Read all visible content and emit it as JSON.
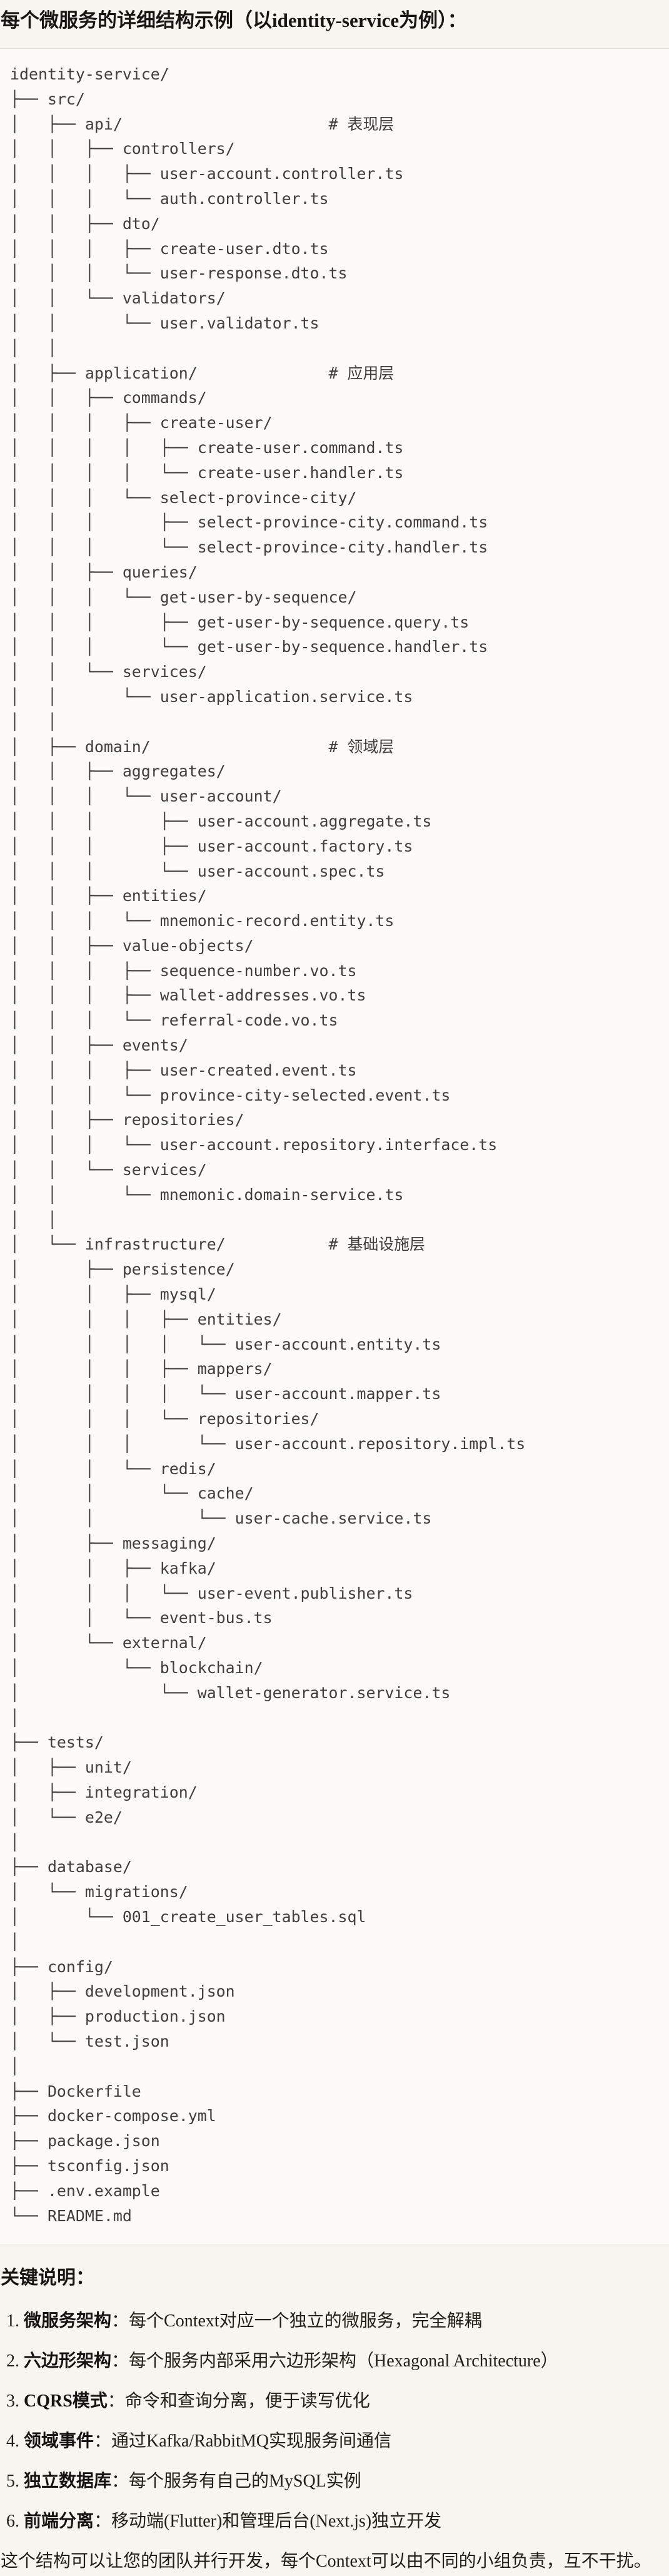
{
  "title": "每个微服务的详细结构示例（以identity-service为例）：",
  "theme": {
    "page_bg": "#F7F5EF",
    "code_bg": "#FBFAF7",
    "border_color": "#E5E2DB"
  },
  "tree": {
    "root": "identity-service/",
    "layer_comments": [
      "# 表现层",
      "# 应用层",
      "# 领域层",
      "# 基础设施层"
    ],
    "lines": [
      "identity-service/",
      "├── src/",
      "│   ├── api/                      # 表现层",
      "│   │   ├── controllers/",
      "│   │   │   ├── user-account.controller.ts",
      "│   │   │   └── auth.controller.ts",
      "│   │   ├── dto/",
      "│   │   │   ├── create-user.dto.ts",
      "│   │   │   └── user-response.dto.ts",
      "│   │   └── validators/",
      "│   │       └── user.validator.ts",
      "│   │",
      "│   ├── application/              # 应用层",
      "│   │   ├── commands/",
      "│   │   │   ├── create-user/",
      "│   │   │   │   ├── create-user.command.ts",
      "│   │   │   │   └── create-user.handler.ts",
      "│   │   │   └── select-province-city/",
      "│   │   │       ├── select-province-city.command.ts",
      "│   │   │       └── select-province-city.handler.ts",
      "│   │   ├── queries/",
      "│   │   │   └── get-user-by-sequence/",
      "│   │   │       ├── get-user-by-sequence.query.ts",
      "│   │   │       └── get-user-by-sequence.handler.ts",
      "│   │   └── services/",
      "│   │       └── user-application.service.ts",
      "│   │",
      "│   ├── domain/                   # 领域层",
      "│   │   ├── aggregates/",
      "│   │   │   └── user-account/",
      "│   │   │       ├── user-account.aggregate.ts",
      "│   │   │       ├── user-account.factory.ts",
      "│   │   │       └── user-account.spec.ts",
      "│   │   ├── entities/",
      "│   │   │   └── mnemonic-record.entity.ts",
      "│   │   ├── value-objects/",
      "│   │   │   ├── sequence-number.vo.ts",
      "│   │   │   ├── wallet-addresses.vo.ts",
      "│   │   │   └── referral-code.vo.ts",
      "│   │   ├── events/",
      "│   │   │   ├── user-created.event.ts",
      "│   │   │   └── province-city-selected.event.ts",
      "│   │   ├── repositories/",
      "│   │   │   └── user-account.repository.interface.ts",
      "│   │   └── services/",
      "│   │       └── mnemonic.domain-service.ts",
      "│   │",
      "│   └── infrastructure/           # 基础设施层",
      "│       ├── persistence/",
      "│       │   ├── mysql/",
      "│       │   │   ├── entities/",
      "│       │   │   │   └── user-account.entity.ts",
      "│       │   │   ├── mappers/",
      "│       │   │   │   └── user-account.mapper.ts",
      "│       │   │   └── repositories/",
      "│       │   │       └── user-account.repository.impl.ts",
      "│       │   └── redis/",
      "│       │       └── cache/",
      "│       │           └── user-cache.service.ts",
      "│       ├── messaging/",
      "│       │   ├── kafka/",
      "│       │   │   └── user-event.publisher.ts",
      "│       │   └── event-bus.ts",
      "│       └── external/",
      "│           └── blockchain/",
      "│               └── wallet-generator.service.ts",
      "│",
      "├── tests/",
      "│   ├── unit/",
      "│   ├── integration/",
      "│   └── e2e/",
      "│",
      "├── database/",
      "│   └── migrations/",
      "│       └── 001_create_user_tables.sql",
      "│",
      "├── config/",
      "│   ├── development.json",
      "│   ├── production.json",
      "│   └── test.json",
      "│",
      "├── Dockerfile",
      "├── docker-compose.yml",
      "├── package.json",
      "├── tsconfig.json",
      "├── .env.example",
      "└── README.md"
    ]
  },
  "key_notes": {
    "heading": "关键说明：",
    "items": [
      {
        "num": "1.",
        "label": "微服务架构",
        "text": "：每个Context对应一个独立的微服务，完全解耦"
      },
      {
        "num": "2.",
        "label": "六边形架构",
        "text": "：每个服务内部采用六边形架构（Hexagonal Architecture）"
      },
      {
        "num": "3.",
        "label": "CQRS模式",
        "text": "：命令和查询分离，便于读写优化"
      },
      {
        "num": "4.",
        "label": "领域事件",
        "text": "：通过Kafka/RabbitMQ实现服务间通信"
      },
      {
        "num": "5.",
        "label": "独立数据库",
        "text": "：每个服务有自己的MySQL实例"
      },
      {
        "num": "6.",
        "label": "前端分离",
        "text": "：移动端(Flutter)和管理后台(Next.js)独立开发"
      }
    ]
  },
  "closing": "这个结构可以让您的团队并行开发，每个Context可以由不同的小组负责，互不干扰。"
}
